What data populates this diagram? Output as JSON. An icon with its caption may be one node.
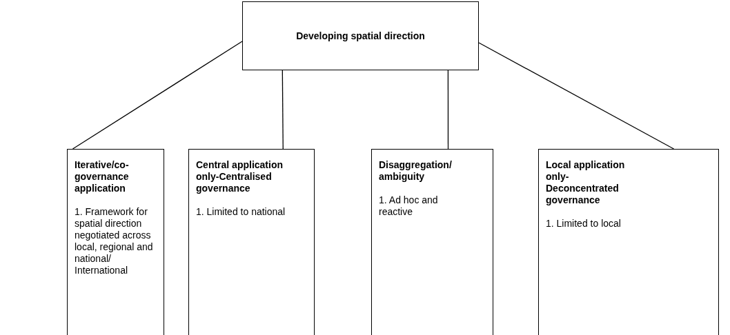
{
  "diagram": {
    "nodes": [
      {
        "text": [
          "Developing spatial direction"
        ]
      },
      {
        "text": [
          "Iterative/co-governance application",
          "1. Framework for spatial direction negotiated across local, regional and national/ International"
        ]
      },
      {
        "text": [
          "Central application only-Centralised governance",
          "1. Limited to national"
        ]
      },
      {
        "text": [
          "Disaggregation/ ambiguity",
          "1. Ad hoc and reactive"
        ]
      },
      {
        "text": [
          "Local application only-Deconcentrated governance",
          "1. Limited to local"
        ]
      }
    ],
    "edges": [
      {
        "from": 0,
        "to": 1,
        "arrow": "none"
      },
      {
        "from": 0,
        "to": 2,
        "arrow": "none"
      },
      {
        "from": 0,
        "to": 3,
        "arrow": "none"
      },
      {
        "from": 0,
        "to": 4,
        "arrow": "none"
      }
    ]
  }
}
